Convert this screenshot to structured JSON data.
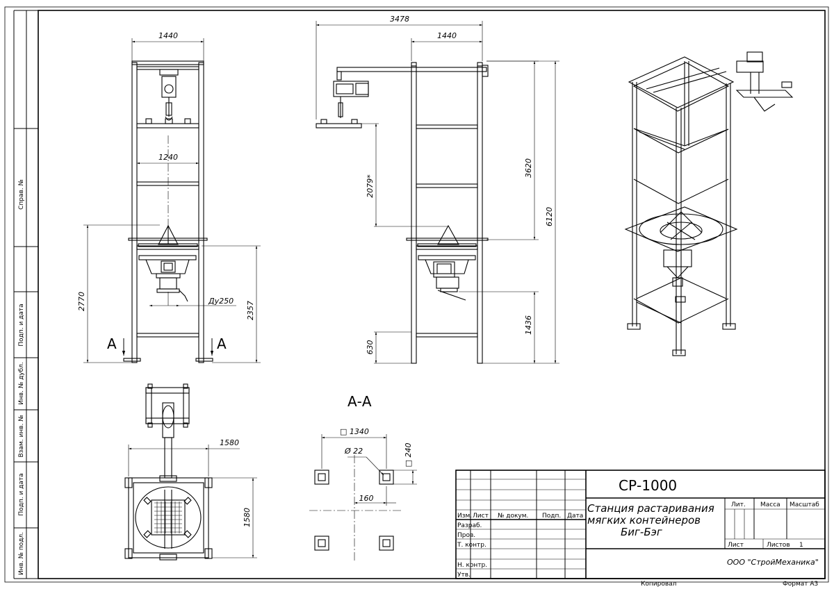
{
  "colors": {
    "line": "#000000",
    "background": "#ffffff"
  },
  "side_stamps": [
    "Справ. №",
    "Подп. и дата",
    "Инв. № дубл.",
    "Взам. инв. №",
    "Подп. и дата",
    "Инв. № подл."
  ],
  "dimensions": {
    "front_width": "1440",
    "front_inner": "1240",
    "front_height": "2770",
    "front_bag_height": "2357",
    "front_outlet": "Ду250",
    "side_total": "3478",
    "side_width": "1440",
    "side_hoist": "2079*",
    "side_top": "3620",
    "side_total_h": "6120",
    "side_outlet": "1436",
    "side_base": "630",
    "plan_width": "1580",
    "plan_depth": "1580",
    "aa_square": "□ 1340",
    "aa_hole": "Ø 22",
    "aa_plate": "□ 240",
    "aa_offset": "160"
  },
  "section_marks": {
    "left": "А",
    "right": "А",
    "title": "А-А"
  },
  "title_block": {
    "code": "СР-1000",
    "name_line1": "Станция растаривания",
    "name_line2": "мягких контейнеров",
    "name_line3": "Биг-Бэг",
    "col_headers": [
      "Изм.",
      "Лист",
      "№ докум.",
      "Подп.",
      "Дата"
    ],
    "roles": [
      "Разраб.",
      "Пров.",
      "Т. контр.",
      "Н. контр.",
      "Утв."
    ],
    "lit": "Лит.",
    "mass": "Масса",
    "scale": "Масштаб",
    "sheet": "Лист",
    "sheets": "Листов",
    "sheets_count": "1",
    "company": "ООО \"СтройМеханика\"",
    "copied": "Копировал",
    "format": "Формат А3"
  }
}
